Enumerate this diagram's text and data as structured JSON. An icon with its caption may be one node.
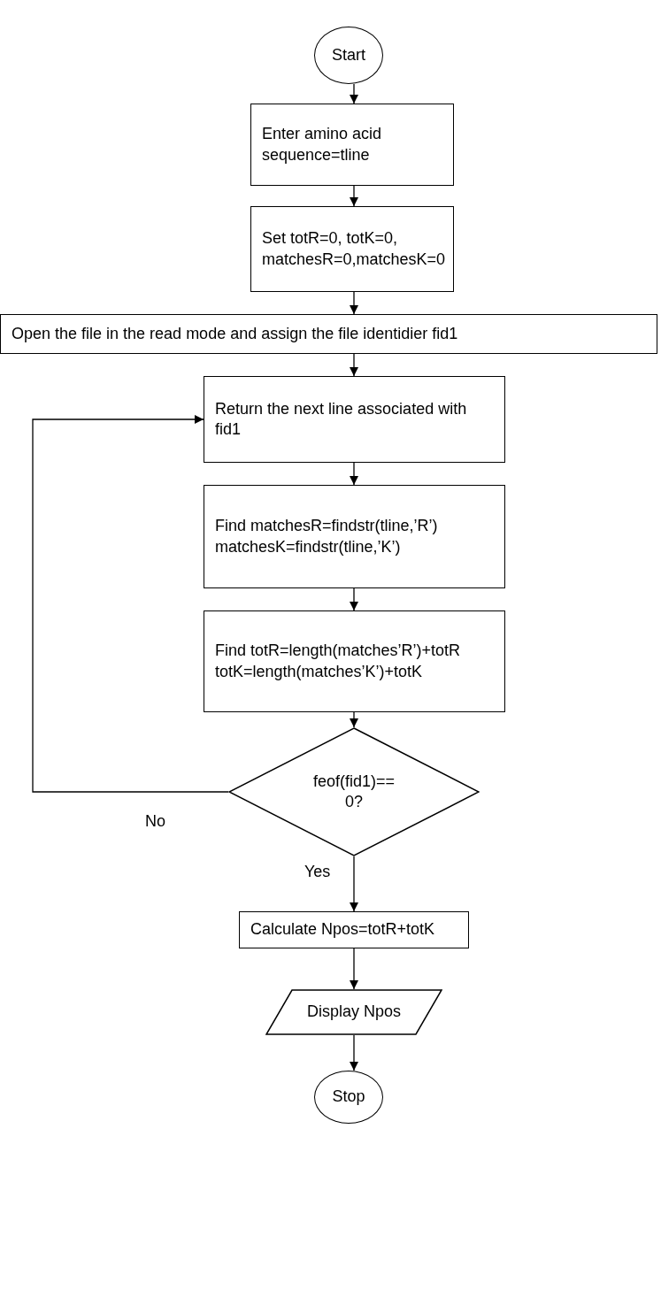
{
  "diagram": {
    "nodes": [
      {
        "text": [
          "Start"
        ]
      },
      {
        "text": [
          "Enter amino acid sequence=tline"
        ]
      },
      {
        "text": [
          "Set totR=0, totK=0, matchesR=0,matchesK=0"
        ]
      },
      {
        "text": [
          "Open the file in the read mode and assign the file identidier fid1"
        ]
      },
      {
        "text": [
          "Return the next line associated with fid1"
        ]
      },
      {
        "text": [
          "Find matchesR=findstr(tline,’R’) matchesK=findstr(tline,’K’)"
        ]
      },
      {
        "text": [
          "Find totR=length(matches’R’)+totR totK=length(matches’K’)+totK"
        ]
      },
      {
        "text": [
          "feof(fid1)== 0?"
        ]
      },
      {
        "text": [
          "Calculate Npos=totR+totK"
        ]
      },
      {
        "text": [
          "Display Npos"
        ]
      },
      {
        "text": [
          "Stop"
        ]
      }
    ],
    "edges": [
      {
        "from": 0,
        "to": 1,
        "arrow": "to"
      },
      {
        "from": 1,
        "to": 2,
        "arrow": "to"
      },
      {
        "from": 2,
        "to": 3,
        "arrow": "to"
      },
      {
        "from": 3,
        "to": 4,
        "arrow": "to"
      },
      {
        "from": 4,
        "to": 5,
        "arrow": "to"
      },
      {
        "from": 5,
        "to": 6,
        "arrow": "to"
      },
      {
        "from": 6,
        "to": 7,
        "arrow": "to"
      },
      {
        "from": 7,
        "to": 4,
        "arrow": "to",
        "label": "No"
      },
      {
        "from": 7,
        "to": 8,
        "arrow": "to",
        "label": "Yes"
      },
      {
        "from": 8,
        "to": 9,
        "arrow": "to"
      },
      {
        "from": 9,
        "to": 10,
        "arrow": "to"
      }
    ]
  }
}
